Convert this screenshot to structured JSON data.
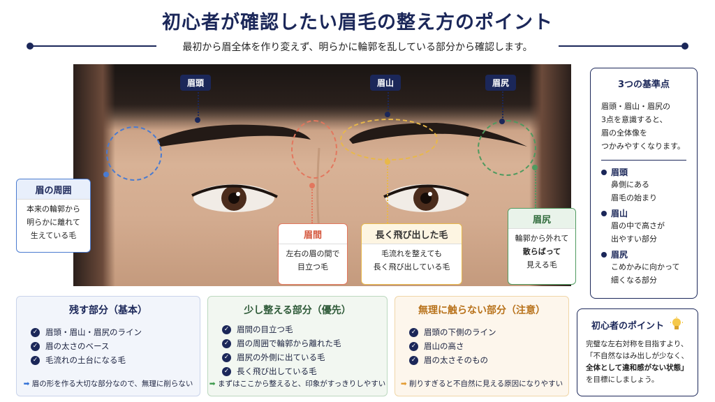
{
  "title": "初心者が確認したい眉毛の整え方のポイント",
  "subtitle": "最初から眉全体を作り変えず、明らかに輪郭を乱している部分から確認します。",
  "photo_tags": {
    "head": "眉頭",
    "peak": "眉山",
    "tail": "眉尻"
  },
  "callouts": {
    "surround": {
      "title": "眉の周囲",
      "lines": [
        "本来の輪郭から",
        "明らかに離れて",
        "生えている毛"
      ]
    },
    "between": {
      "title": "眉間",
      "lines": [
        "左右の眉の間で",
        "目立つ毛"
      ]
    },
    "long": {
      "title": "長く飛び出した毛",
      "lines": [
        "毛流れを整えても",
        "長く飛び出している毛"
      ]
    },
    "tail": {
      "title": "眉尻",
      "lines": [
        "輪郭から外れて",
        "散らばって",
        "見える毛"
      ]
    }
  },
  "panel_points": {
    "title": "3つの基準点",
    "text": [
      "眉頭・眉山・眉尻の",
      "3点を意識すると、",
      "眉の全体像を",
      "つかみやすくなります。"
    ],
    "items": [
      {
        "name": "眉頭",
        "lines": [
          "鼻側にある",
          "眉毛の始まり"
        ]
      },
      {
        "name": "眉山",
        "lines": [
          "眉の中で高さが",
          "出やすい部分"
        ]
      },
      {
        "name": "眉尻",
        "lines": [
          "こめかみに向かって",
          "細くなる部分"
        ]
      }
    ]
  },
  "panel_tip": {
    "title": "初心者のポイント",
    "icon": "lightbulb-icon",
    "lines": [
      "完璧な左右対称を目指すより、",
      "「不自然なはみ出しが少なく、",
      "全体として違和感がない状態」",
      "を目標にしましょう。"
    ]
  },
  "boxes": [
    {
      "title": "残す部分（基本）",
      "color": "#1b2759",
      "bg": "#f2f5fb",
      "border": "#c9d3ea",
      "items": [
        "眉頭・眉山・眉尻のライン",
        "眉の太さのベース",
        "毛流れの土台になる毛"
      ],
      "foot": "眉の形を作る大切な部分なので、無理に削らない",
      "arrow_color": "#2f6fd6"
    },
    {
      "title": "少し整える部分（優先）",
      "color": "#2e5a38",
      "bg": "#f2f7f1",
      "border": "#bcd8bf",
      "items": [
        "眉間の目立つ毛",
        "眉の周囲で輪郭から離れた毛",
        "眉尻の外側に出ている毛",
        "長く飛び出している毛"
      ],
      "foot": "まずはここから整えると、印象がすっきりしやすい",
      "arrow_color": "#3d9a4d"
    },
    {
      "title": "無理に触らない部分（注意）",
      "color": "#b8721b",
      "bg": "#fdf6ec",
      "border": "#f0d6a8",
      "items": [
        "眉頭の下側のライン",
        "眉山の高さ",
        "眉の太さそのもの"
      ],
      "foot": "削りすぎると不自然に見える原因になりやすい",
      "arrow_color": "#e39a2e"
    }
  ],
  "colors": {
    "navy": "#1b2759",
    "blue": "#4a7bd0",
    "red": "#e2775e",
    "yellow": "#e8b84a",
    "green": "#4f9a5f"
  }
}
